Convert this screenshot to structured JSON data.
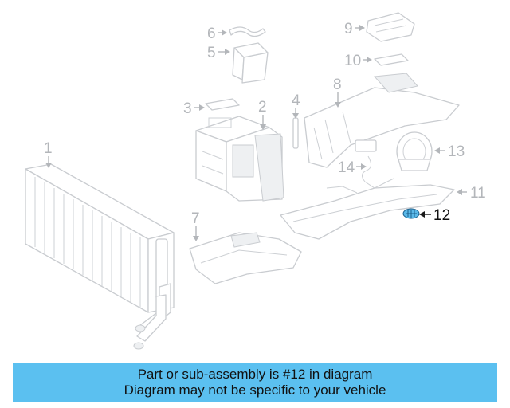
{
  "diagram": {
    "callouts": [
      "1",
      "2",
      "3",
      "4",
      "5",
      "6",
      "7",
      "8",
      "9",
      "10",
      "11",
      "12",
      "13",
      "14"
    ],
    "highlighted_callout": "12",
    "highlight_color": "#5ab8e8"
  },
  "banner": {
    "line1": "Part or sub-assembly is #12 in diagram",
    "line2": "Diagram may not be specific to your vehicle",
    "background_color": "#5bc0f0"
  }
}
